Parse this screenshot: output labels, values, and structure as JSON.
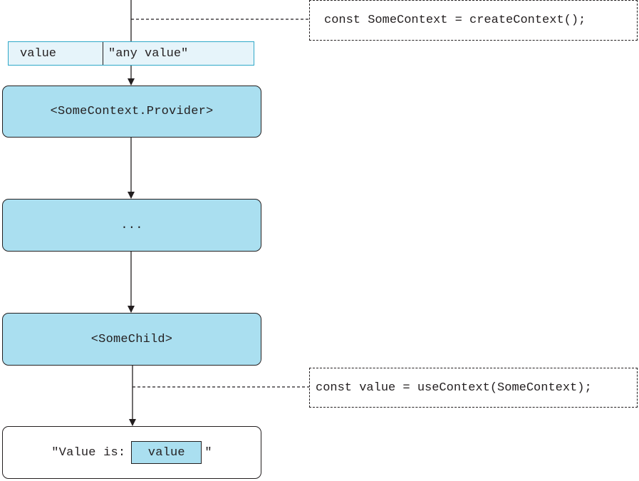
{
  "diagram": {
    "create_context_code": "const SomeContext = createContext();",
    "provider_prop": {
      "key": "value",
      "value": "\"any value\""
    },
    "provider_label": "<SomeContext.Provider>",
    "ellipsis_label": "...",
    "child_label": "<SomeChild>",
    "use_context_code": "const value = useContext(SomeContext);",
    "result": {
      "prefix": "\"Value is:",
      "chip": "value",
      "suffix": "\""
    }
  },
  "colors": {
    "node_fill": "#aadff0",
    "prop_fill": "#e6f4fa",
    "prop_border": "#2fa8c8",
    "line": "#231f20"
  }
}
